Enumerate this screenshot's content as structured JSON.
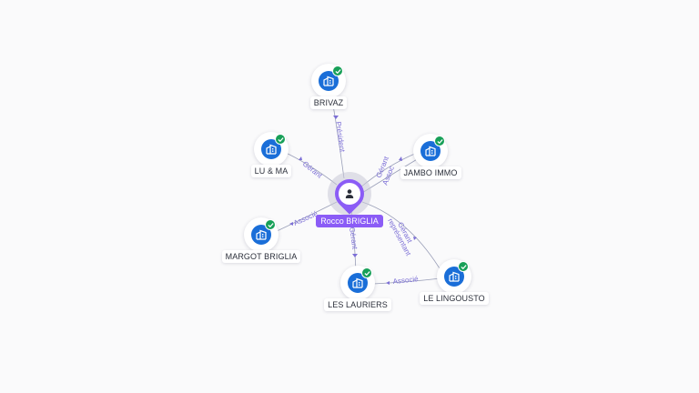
{
  "center": {
    "name": "Rocco BRIGLIA",
    "icon": "person-icon",
    "color": "#8b5cf6"
  },
  "companies": [
    {
      "id": "brivaz",
      "name": "BRIVAZ",
      "icon": "building-icon",
      "status_icon": "check-icon"
    },
    {
      "id": "lu-ma",
      "name": "LU & MA",
      "icon": "building-icon",
      "status_icon": "check-icon"
    },
    {
      "id": "jambo-immo",
      "name": "JAMBO IMMO",
      "icon": "building-icon",
      "status_icon": "check-icon"
    },
    {
      "id": "margot",
      "name": "MARGOT BRIGLIA",
      "icon": "building-icon",
      "status_icon": "check-icon"
    },
    {
      "id": "lauriers",
      "name": "LES LAURIERS",
      "icon": "building-icon",
      "status_icon": "check-icon"
    },
    {
      "id": "lingousto",
      "name": "LE LINGOUSTO",
      "icon": "building-icon",
      "status_icon": "check-icon"
    }
  ],
  "relations": [
    {
      "from": "center",
      "to": "brivaz",
      "label": "Président"
    },
    {
      "from": "center",
      "to": "lu-ma",
      "label": "Gérant"
    },
    {
      "from": "center",
      "to": "jambo-immo",
      "label": "Gérant"
    },
    {
      "from": "center",
      "to": "jambo-immo",
      "label": "Assoc"
    },
    {
      "from": "center",
      "to": "margot",
      "label": "Associé"
    },
    {
      "from": "center",
      "to": "lauriers",
      "label": "Gérant"
    },
    {
      "from": "center",
      "to": "lingousto",
      "label": "Gérant"
    },
    {
      "from": "center",
      "to": "lingousto",
      "label": "représentant"
    },
    {
      "from": "lingousto",
      "to": "lauriers",
      "label": "Associé"
    }
  ],
  "colors": {
    "company_node": "#1a6ed8",
    "status_ok": "#18a058",
    "edge": "#9a9fb8",
    "edge_label": "#7c6fd6",
    "background": "#fafafb"
  }
}
